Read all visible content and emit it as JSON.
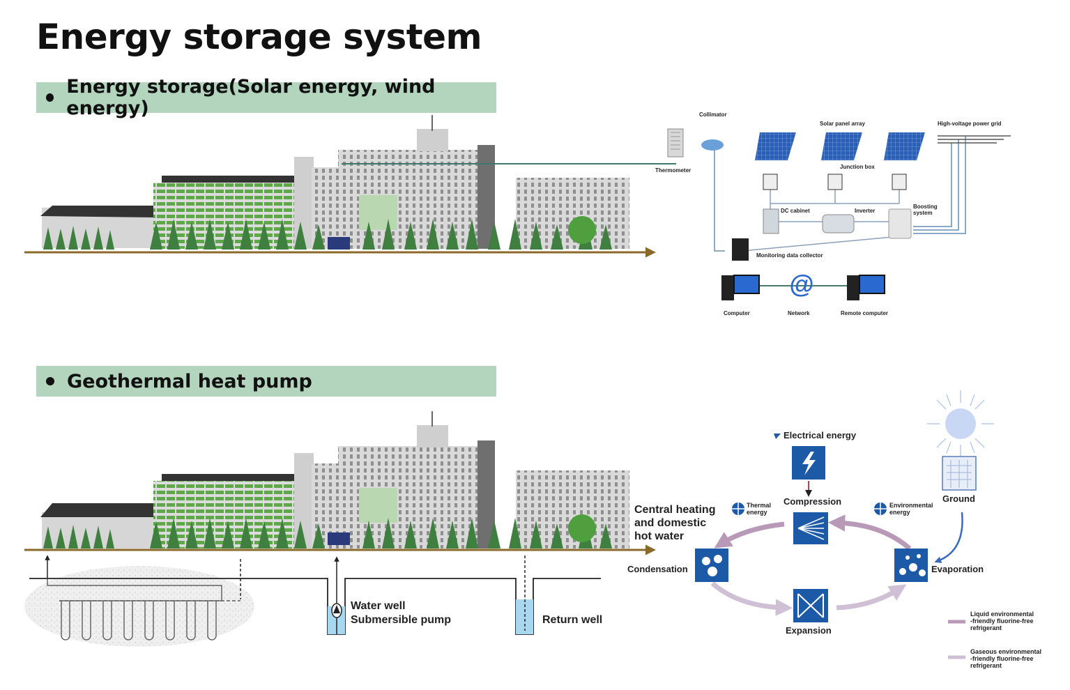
{
  "title": "Energy storage system",
  "section1": {
    "heading": "Energy storage(Solar energy, wind energy)",
    "labels": {
      "collimator": "Collimator",
      "thermometer": "Thermometer",
      "solar_array": "Solar panel array",
      "junction_box": "Junction box",
      "grid": "High-voltage power grid",
      "dc_cabinet": "DC cabinet",
      "inverter": "Inverter",
      "boosting": "Boosting system",
      "monitor": "Monitoring data collector",
      "computer": "Computer",
      "network": "Network",
      "remote": "Remote computer"
    }
  },
  "section2": {
    "heading": "Geothermal heat pump",
    "labels": {
      "central": [
        "Central heating",
        "and domestic",
        "hot water"
      ],
      "water_well": "Water well",
      "pump": "Submersible pump",
      "return_well": "Return well",
      "electrical": "Electrical energy",
      "compression": "Compression",
      "thermal": [
        "Thermal",
        "energy"
      ],
      "environmental": [
        "Environmental",
        "energy"
      ],
      "ground": "Ground",
      "condensation": "Condensation",
      "evaporation": "Evaporation",
      "expansion": "Expansion",
      "legend_liquid": [
        "Liquid environmental",
        "-friendly fluorine-free",
        "refrigerant"
      ],
      "legend_gas": [
        "Gaseous environmental",
        "-friendly fluorine-free",
        "refrigerant"
      ]
    }
  },
  "colors": {
    "banner": "#b3d4bd",
    "arrow": "#8a6a2a",
    "icon_blue": "#1c5aa8",
    "cycle_dark": "#b89ab8",
    "cycle_light": "#cfc0d6",
    "solar": "#2a5fb8"
  }
}
